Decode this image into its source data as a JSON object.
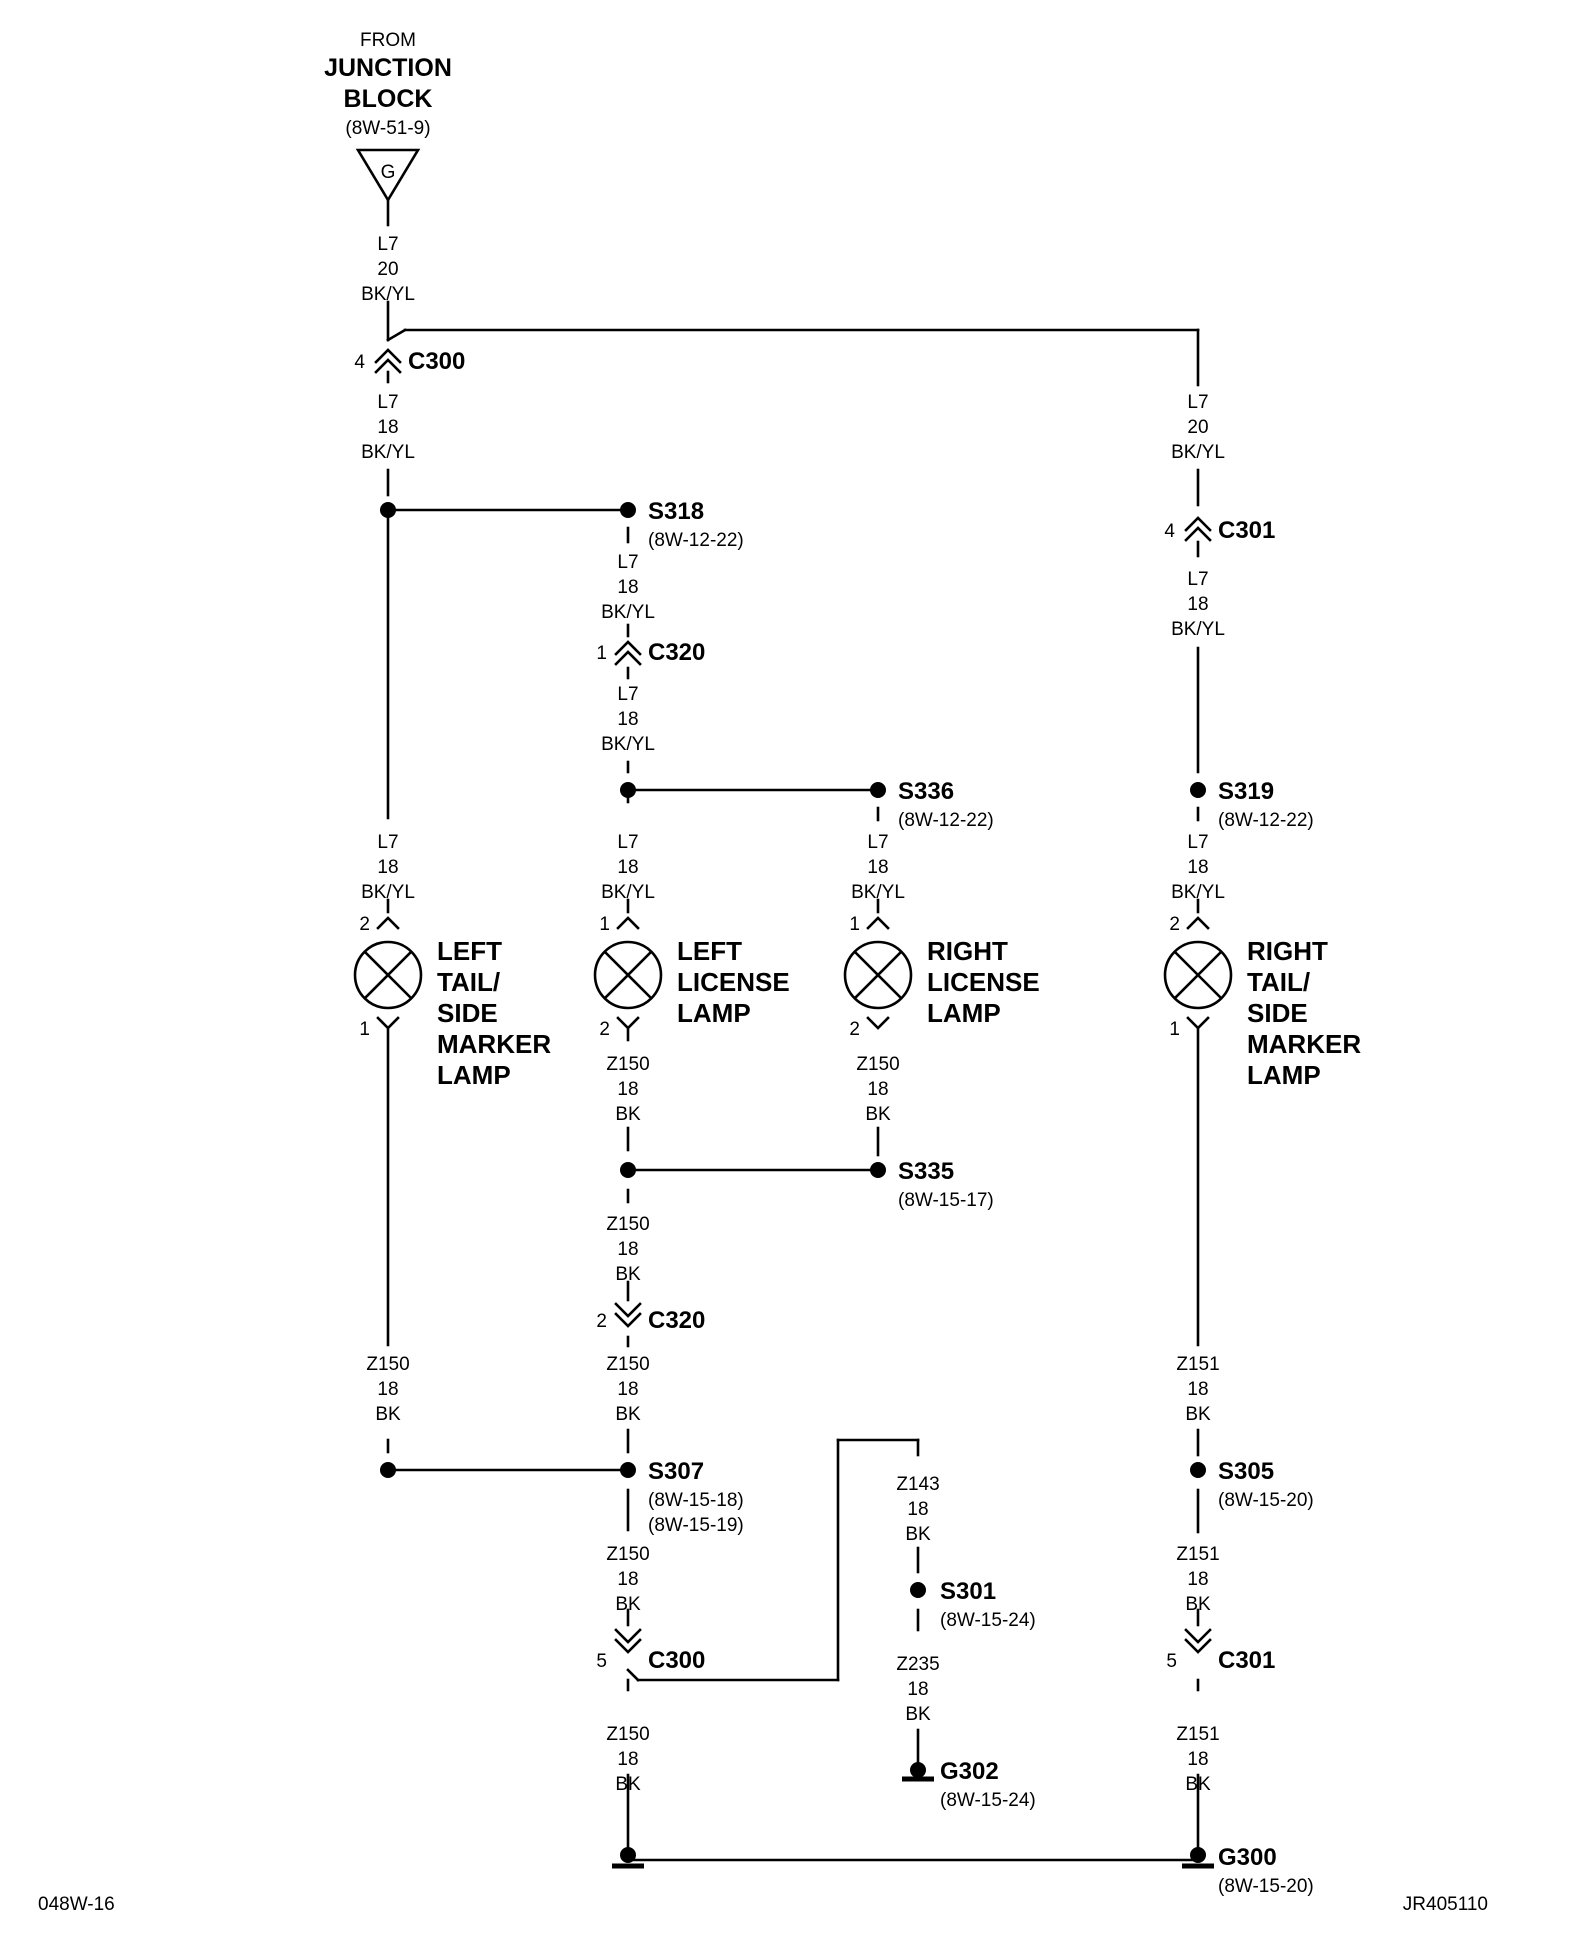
{
  "source": {
    "from": "FROM",
    "name_line1": "JUNCTION",
    "name_line2": "BLOCK",
    "ref": "(8W-51-9)",
    "pin": "G"
  },
  "wires": {
    "w1": [
      "L7",
      "20",
      "BK/YL"
    ],
    "w2": [
      "L7",
      "18",
      "BK/YL"
    ],
    "w3": [
      "L7",
      "20",
      "BK/YL"
    ],
    "w4": [
      "L7",
      "18",
      "BK/YL"
    ],
    "w5": [
      "L7",
      "18",
      "BK/YL"
    ],
    "w6": [
      "L7",
      "18",
      "BK/YL"
    ],
    "w7": [
      "L7",
      "18",
      "BK/YL"
    ],
    "w8": [
      "L7",
      "18",
      "BK/YL"
    ],
    "w9": [
      "L7",
      "18",
      "BK/YL"
    ],
    "w10": [
      "L7",
      "18",
      "BK/YL"
    ],
    "w11": [
      "Z150",
      "18",
      "BK"
    ],
    "w12": [
      "Z150",
      "18",
      "BK"
    ],
    "w13": [
      "Z150",
      "18",
      "BK"
    ],
    "w14": [
      "Z150",
      "18",
      "BK"
    ],
    "w15": [
      "Z150",
      "18",
      "BK"
    ],
    "w16": [
      "Z150",
      "18",
      "BK"
    ],
    "w17": [
      "Z150",
      "18",
      "BK"
    ],
    "w18": [
      "Z143",
      "18",
      "BK"
    ],
    "w19": [
      "Z235",
      "18",
      "BK"
    ],
    "w20": [
      "Z151",
      "18",
      "BK"
    ],
    "w21": [
      "Z151",
      "18",
      "BK"
    ],
    "w22": [
      "Z151",
      "18",
      "BK"
    ]
  },
  "connectors": {
    "c300_top": {
      "pin": "4",
      "id": "C300"
    },
    "c301_top": {
      "pin": "4",
      "id": "C301"
    },
    "c320_top": {
      "pin": "1",
      "id": "C320"
    },
    "c320_bot": {
      "pin": "2",
      "id": "C320"
    },
    "c300_bot": {
      "pin": "5",
      "id": "C300"
    },
    "c301_bot": {
      "pin": "5",
      "id": "C301"
    }
  },
  "splices": {
    "s318": {
      "id": "S318",
      "refs": [
        "(8W-12-22)"
      ]
    },
    "s336": {
      "id": "S336",
      "refs": [
        "(8W-12-22)"
      ]
    },
    "s319": {
      "id": "S319",
      "refs": [
        "(8W-12-22)"
      ]
    },
    "s335": {
      "id": "S335",
      "refs": [
        "(8W-15-17)"
      ]
    },
    "s307": {
      "id": "S307",
      "refs": [
        "(8W-15-18)",
        "(8W-15-19)"
      ]
    },
    "s305": {
      "id": "S305",
      "refs": [
        "(8W-15-20)"
      ]
    },
    "s301": {
      "id": "S301",
      "refs": [
        "(8W-15-24)"
      ]
    }
  },
  "grounds": {
    "g302": {
      "id": "G302",
      "ref": "(8W-15-24)"
    },
    "g300": {
      "id": "G300",
      "ref": "(8W-15-20)"
    }
  },
  "lamps": {
    "left_tail": {
      "lines": [
        "LEFT",
        "TAIL/",
        "SIDE",
        "MARKER",
        "LAMP"
      ],
      "pin_top": "2",
      "pin_bottom": "1"
    },
    "left_license": {
      "lines": [
        "LEFT",
        "LICENSE",
        "LAMP"
      ],
      "pin_top": "1",
      "pin_bottom": "2"
    },
    "right_license": {
      "lines": [
        "RIGHT",
        "LICENSE",
        "LAMP"
      ],
      "pin_top": "1",
      "pin_bottom": "2"
    },
    "right_tail": {
      "lines": [
        "RIGHT",
        "TAIL/",
        "SIDE",
        "MARKER",
        "LAMP"
      ],
      "pin_top": "2",
      "pin_bottom": "1"
    }
  },
  "footer": {
    "left": "048W-16",
    "right": "JR405110"
  }
}
